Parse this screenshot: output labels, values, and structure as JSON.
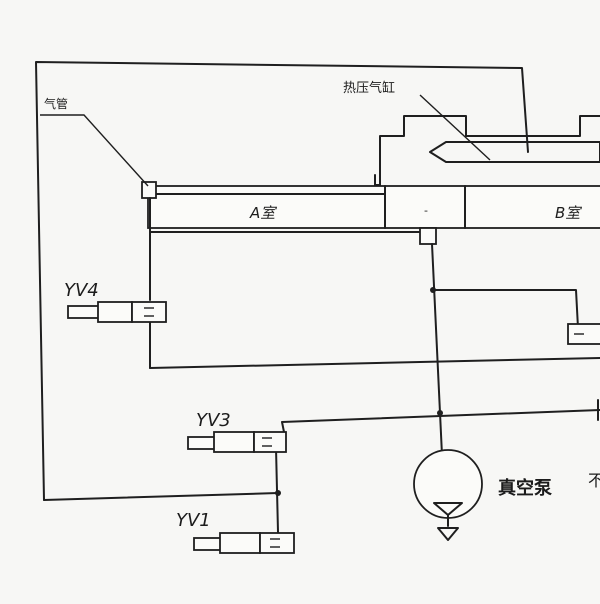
{
  "labels": {
    "gas_pipe": "气管",
    "hot_press_cylinder": "热压气缸",
    "chamber_a": "A室",
    "chamber_b": "B室",
    "chamber_mid": "-",
    "vacuum_pump": "真空泵",
    "pump_suffix": "不"
  },
  "valves": {
    "yv4": "YV4",
    "yv3": "YV3",
    "yv1": "YV1"
  }
}
